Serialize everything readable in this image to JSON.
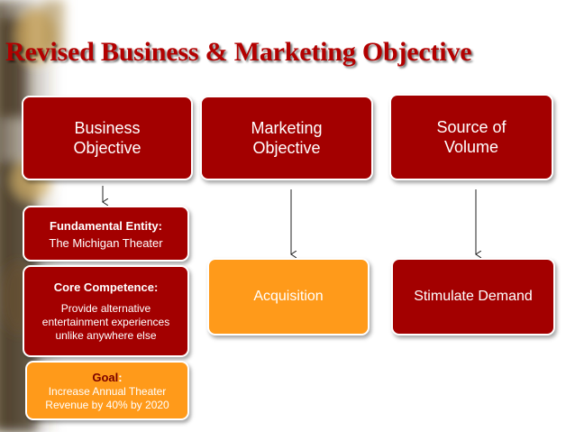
{
  "title": "Revised Business & Marketing Objective",
  "columns": {
    "business": {
      "label": "Business\nObjective"
    },
    "marketing": {
      "label": "Marketing\nObjective",
      "result": "Acquisition"
    },
    "volume": {
      "label": "Source of\nVolume",
      "result": "Stimulate Demand"
    }
  },
  "entity": {
    "title": "Fundamental Entity:",
    "text": "The Michigan Theater"
  },
  "competence": {
    "title": "Core Competence:",
    "text": "Provide alternative\nentertainment experiences\nunlike anywhere else"
  },
  "goal": {
    "title": "Goal",
    "title_suffix": ":",
    "text": "Increase Annual Theater\nRevenue by 40% by 2020"
  },
  "colors": {
    "box_red": "#a30000",
    "box_orange": "#ff9a1a",
    "title_red": "#b30000"
  }
}
